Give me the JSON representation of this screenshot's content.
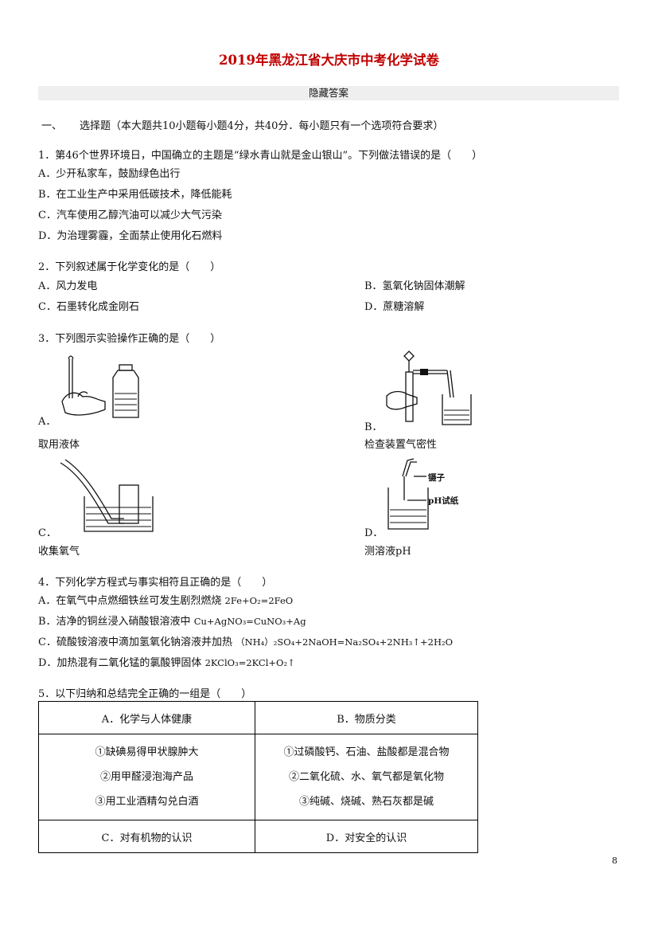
{
  "title": "2019年黑龙江省大庆市中考化学试卷",
  "hidden_answers": "隐藏答案",
  "section1": {
    "num": "一、",
    "text": "选择题（本大题共10小题每小题4分，共40分．每小题只有一个选项符合要求）"
  },
  "q1": {
    "stem": "1．第46个世界环境日，中国确立的主题是“绿水青山就是金山银山”。下列做法错误的是（　　）",
    "A": "A．少开私家车，鼓励绿色出行",
    "B": "B．在工业生产中采用低碳技术，降低能耗",
    "C": "C．汽车使用乙醇汽油可以减少大气污染",
    "D": "D．为治理雾霾，全面禁止使用化石燃料"
  },
  "q2": {
    "stem": "2．下列叙述属于化学变化的是（　　）",
    "A": "A．风力发电",
    "B": "B．氢氧化钠固体潮解",
    "C": "C．石墨转化成金刚石",
    "D": "D．蔗糖溶解"
  },
  "q3": {
    "stem": "3．下列图示实验操作正确的是（　　）",
    "A_letter": "A．",
    "A_caption": "取用液体",
    "B_letter": "B．",
    "B_caption": "检查装置气密性",
    "C_letter": "C．",
    "C_caption": "收集氧气",
    "D_letter": "D．",
    "D_caption": "测溶液pH",
    "D_label_tweezers": "镊子",
    "D_label_paper": "pH试纸"
  },
  "q4": {
    "stem": "4．下列化学方程式与事实相符且正确的是（　　）",
    "A": "A．在氧气中点燃细铁丝可发生剧烈燃烧",
    "A_eq": "2Fe+O₂=2FeO",
    "B": "B．洁净的铜丝浸入硝酸银溶液中",
    "B_eq": "Cu+AgNO₃=CuNO₃+Ag",
    "C": "C．硫酸铵溶液中滴加氢氧化钠溶液并加热",
    "C_eq": "（NH₄）₂SO₄+2NaOH=Na₂SO₄+2NH₃↑+2H₂O",
    "D": "D．加热混有二氧化锰的氯酸钾固体",
    "D_eq": "2KClO₃=2KCl+O₂↑"
  },
  "q5": {
    "stem": "5．以下归纳和总结完全正确的一组是（　　）",
    "table": {
      "A_head": "A．化学与人体健康",
      "B_head": "B．物质分类",
      "A_items": [
        "①缺碘易得甲状腺肿大",
        "②用甲醛浸泡海产品",
        "③用工业酒精勾兑白酒"
      ],
      "B_items": [
        "①过磷酸钙、石油、盐酸都是混合物",
        "②二氧化硫、水、氧气都是氧化物",
        "③纯碱、烧碱、熟石灰都是碱"
      ],
      "C_head": "C．对有机物的认识",
      "D_head": "D．对安全的认识"
    }
  },
  "page_number": "8"
}
